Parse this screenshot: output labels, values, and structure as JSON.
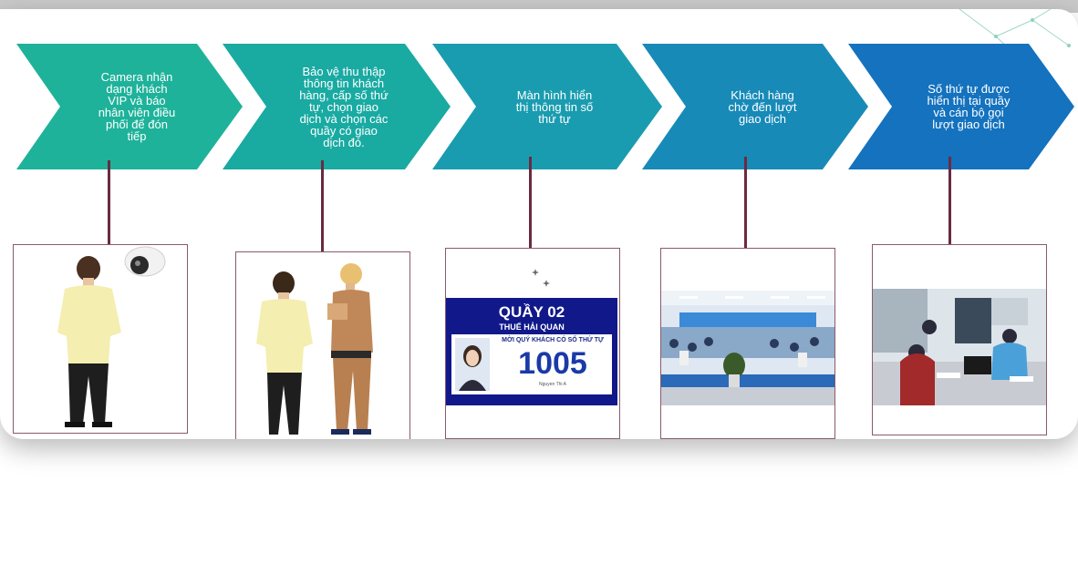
{
  "steps": [
    {
      "text": "Camera nhận\ndạng khách\nVIP và báo\nnhân viên điều\nphối để đón\ntiếp",
      "color": "#1eb29a"
    },
    {
      "text": "Bảo vệ thu thập\nthông tin khách\nhàng, cấp số thứ\ntự, chọn giao\ndịch và chọn các\nquầy có giao\ndịch đó.",
      "color": "#19aaa2"
    },
    {
      "text": "Màn hình hiển\nthị thông tin số\nthứ tự",
      "color": "#1a9cb0"
    },
    {
      "text": "Khách hàng\nchờ đến lượt\ngiao dịch",
      "color": "#178ab8"
    },
    {
      "text": "Số thứ tự được\nhiển thị tại quầy\nvà cán bộ gọi\nlượt giao dịch",
      "color": "#1472be"
    }
  ],
  "display": {
    "counter": "QUẦY 02",
    "unit": "THUẾ HẢI QUAN",
    "message": "MỜI QUÝ KHÁCH CÓ SỐ THỨ TỰ",
    "number": "1005",
    "note": "Nguyen Thi A"
  },
  "colors": {
    "connector": "#6a2a40",
    "frame_border": "#8a5a6a",
    "screen_blue": "#11188a"
  }
}
